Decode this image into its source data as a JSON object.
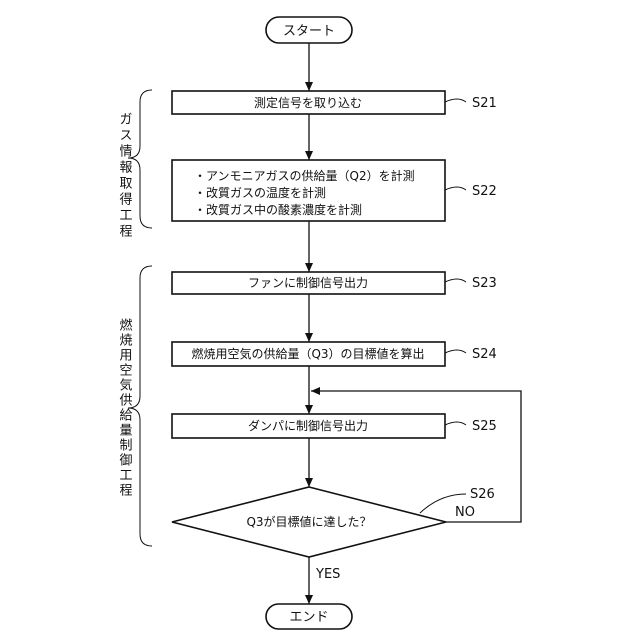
{
  "flowchart": {
    "start_label": "スタート",
    "end_label": "エンド",
    "steps": [
      {
        "id": "S21",
        "lines": [
          "測定信号を取り込む"
        ]
      },
      {
        "id": "S22",
        "lines": [
          "・アンモニアガスの供給量（Q2）を計測",
          "・改質ガスの温度を計測",
          "・改質ガス中の酸素濃度を計測"
        ]
      },
      {
        "id": "S23",
        "lines": [
          "ファンに制御信号出力"
        ]
      },
      {
        "id": "S24",
        "lines": [
          "燃焼用空気の供給量（Q3）の目標値を算出"
        ]
      },
      {
        "id": "S25",
        "lines": [
          "ダンパに制御信号出力"
        ]
      }
    ],
    "decision": {
      "id": "S26",
      "label": "Q3が目標値に達した？",
      "yes_label": "YES",
      "no_label": "NO"
    },
    "groups": [
      {
        "label": "ガス情報取得工程"
      },
      {
        "label": "燃焼用空気供給量制御工程"
      }
    ]
  }
}
